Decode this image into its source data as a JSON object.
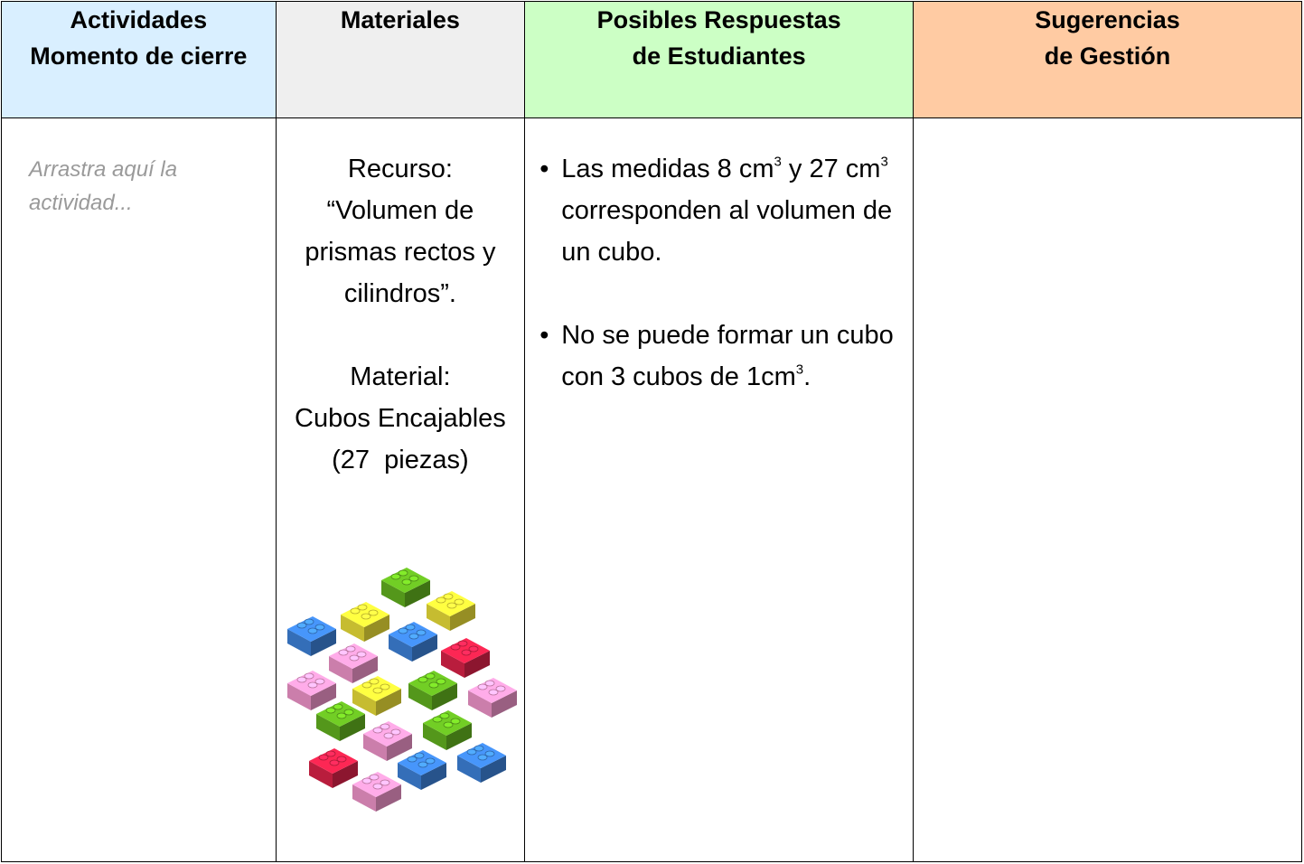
{
  "headers": {
    "activities": [
      "Actividades",
      "Momento de cierre"
    ],
    "materials": "Materiales",
    "responses": [
      "Posibles Respuestas",
      "de Estudiantes"
    ],
    "suggestions": [
      "Sugerencias",
      "de Gestión"
    ]
  },
  "activities": {
    "placeholder": "Arrastra aquí la actividad..."
  },
  "materials": {
    "resource_label": "Recurso:",
    "resource_name": "“Volumen de prismas rectos y cilindros”.",
    "material_label": "Material:",
    "material_name": "Cubos Encajables",
    "material_qty": "(27  piezas)"
  },
  "responses": {
    "bullet_glyph": "•",
    "items": [
      {
        "before": "Las medidas 8 cm",
        "sup1": "3",
        "middle": " y 27 cm",
        "sup2": "3",
        "after": " corresponden al volumen de un cubo."
      },
      {
        "before": "No se puede formar un cubo con 3 cubos de 1cm",
        "sup1": "3",
        "after": "."
      }
    ]
  },
  "suggestions": {
    "text": ""
  },
  "colors": {
    "header_activities": "#d9efff",
    "header_materials": "#efefef",
    "header_responses": "#ccffc5",
    "header_suggestions": "#ffcba3",
    "brick_blue": "#3f86e0",
    "brick_yellow": "#f2e53a",
    "brick_green": "#66b821",
    "brick_red": "#e2234b",
    "brick_pink": "#f79ad0"
  },
  "image": {
    "icon": "interlocking-bricks-icon",
    "bricks": [
      "green",
      "yellow",
      "yellow",
      "blue",
      "blue",
      "red",
      "pink",
      "pink",
      "yellow",
      "green",
      "pink",
      "green",
      "pink",
      "green",
      "red",
      "blue",
      "blue",
      "pink"
    ]
  }
}
